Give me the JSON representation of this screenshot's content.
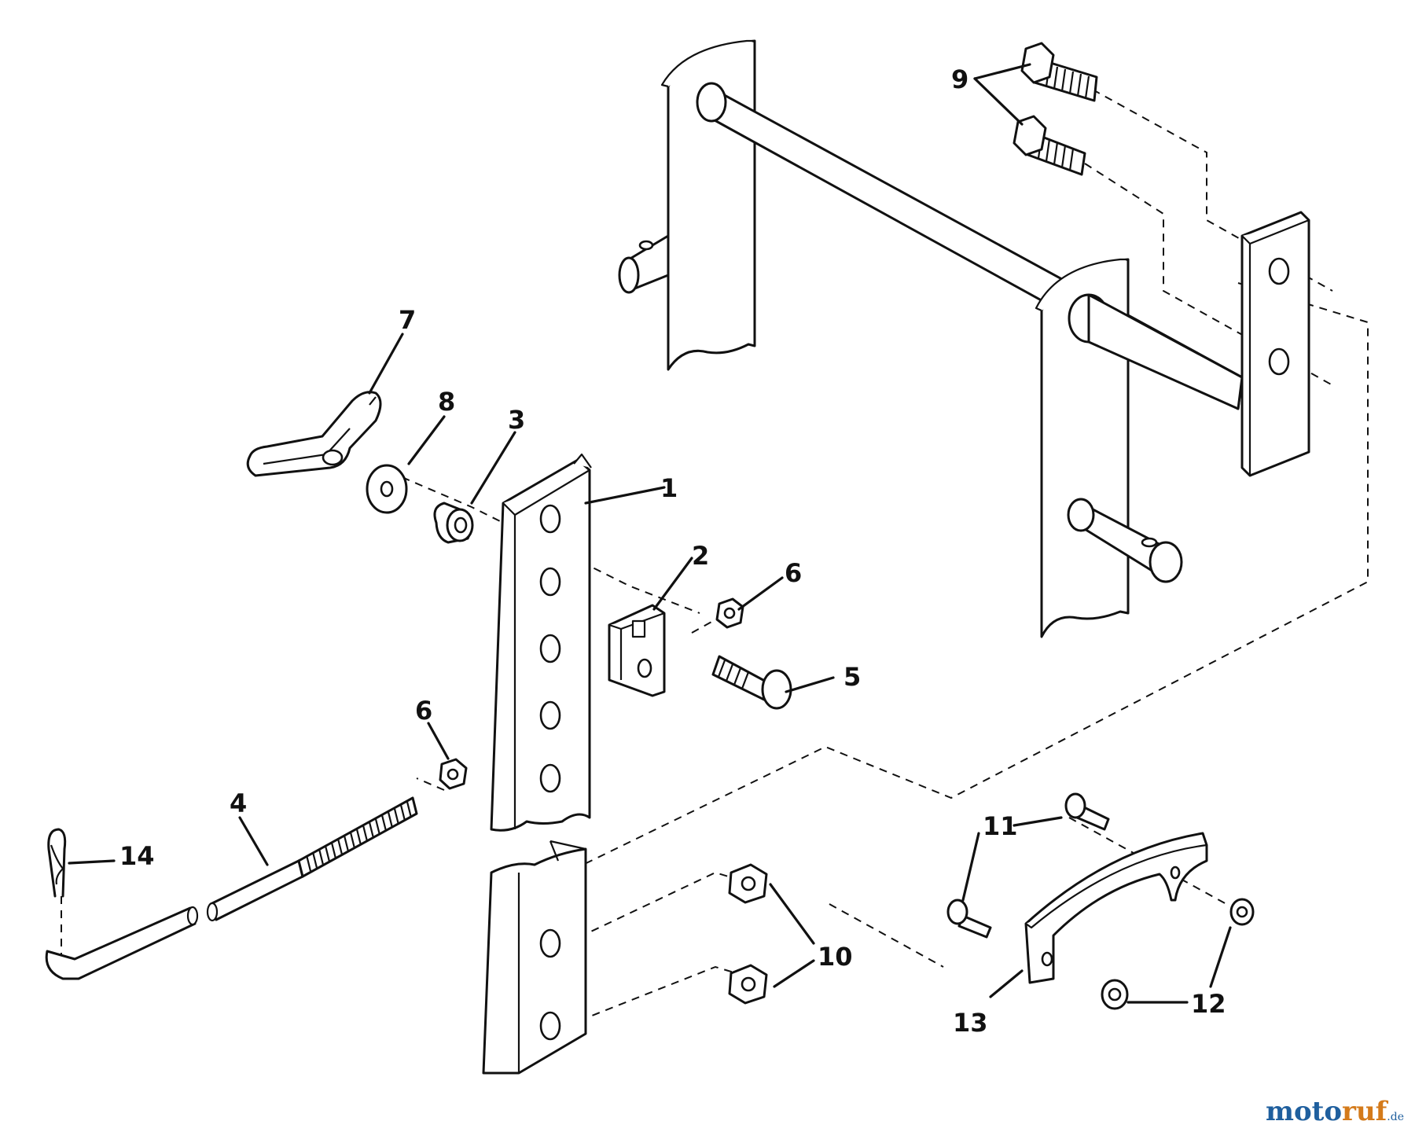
{
  "diagram": {
    "type": "exploded-parts-diagram",
    "callouts": {
      "c1": "1",
      "c2": "2",
      "c3": "3",
      "c4": "4",
      "c5": "5",
      "c6a": "6",
      "c6b": "6",
      "c7": "7",
      "c8": "8",
      "c9": "9",
      "c10": "10",
      "c11": "11",
      "c12": "12",
      "c13": "13",
      "c14": "14"
    }
  },
  "watermark": {
    "part1": "moto",
    "part2": "ruf",
    "part3": ".de"
  }
}
